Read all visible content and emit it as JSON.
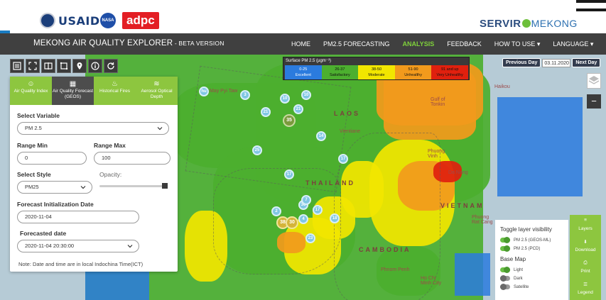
{
  "brand": {
    "usaid": "USAID",
    "nasa": "NASA",
    "adpc": "adpc",
    "servir": "SERVIR",
    "servir_suffix": "MEKONG"
  },
  "nav": {
    "title": "MEKONG AIR QUALITY EXPLORER",
    "title_suffix": " - BETA VERSION",
    "links": [
      {
        "label": "HOME"
      },
      {
        "label": "PM2.5 FORECASTING"
      },
      {
        "label": "ANALYSIS"
      },
      {
        "label": "FEEDBACK"
      },
      {
        "label": "HOW TO USE ▾"
      },
      {
        "label": "LANGUAGE ▾"
      }
    ],
    "active": "ANALYSIS"
  },
  "panel": {
    "tabs": [
      {
        "label": "Air Quality Index",
        "icon": "smiley-icon"
      },
      {
        "label": "Air Quality Forecast (GEOS)",
        "icon": "map-icon"
      },
      {
        "label": "Historical Fires",
        "icon": "fire-icon"
      },
      {
        "label": "Aerosol Optical Depth",
        "icon": "aerosol-icon"
      }
    ],
    "active_tab": 1,
    "select_variable_label": "Select Variable",
    "select_variable_value": "PM 2.5",
    "range_min_label": "Range Min",
    "range_min_value": "0",
    "range_max_label": "Range Max",
    "range_max_value": "100",
    "select_style_label": "Select Style",
    "select_style_value": "PM25",
    "opacity_label": "Opacity:",
    "opacity_value": 1.0,
    "forecast_init_label": "Forecast Initialization Date",
    "forecast_init_value": "2020-11-04",
    "forecasted_date_label": "Forecasted date",
    "forecasted_date_value": "2020-11-04 20:30:00",
    "note": "Note: Date and time are in local Indochina Time(ICT)"
  },
  "legend": {
    "title": "Surface PM 2.5 (µgm⁻³)",
    "cells": [
      {
        "range": "0-25",
        "label": "Excellent",
        "color": "#2b7bde",
        "text": "#ffffff"
      },
      {
        "range": "26-37",
        "label": "Satisfactory",
        "color": "#4caf2f",
        "text": "#111111"
      },
      {
        "range": "38-50",
        "label": "Moderate",
        "color": "#f2e600",
        "text": "#111111"
      },
      {
        "range": "51-90",
        "label": "Unhealthy",
        "color": "#f29a1c",
        "text": "#111111"
      },
      {
        "range": "91 and up",
        "label": "Very Unhealthy",
        "color": "#e0200e",
        "text": "#111111"
      }
    ]
  },
  "date_control": {
    "prev_label": "Previous Day",
    "date_value": "03.11.2020",
    "next_label": "Next Day"
  },
  "toggle_panel": {
    "heading": "Toggle layer visibility",
    "layers": [
      {
        "label": "PM 2.5 (GEOS-ML)",
        "on": true
      },
      {
        "label": "PM 2.5 (PCD)",
        "on": true
      }
    ],
    "basemap_heading": "Base Map",
    "basemaps": [
      {
        "label": "Light",
        "on": true
      },
      {
        "label": "Dark",
        "on": false
      },
      {
        "label": "Satellite",
        "on": false
      }
    ]
  },
  "right_bar": [
    {
      "label": "Layers",
      "icon": "layers-icon"
    },
    {
      "label": "Download",
      "icon": "download-icon"
    },
    {
      "label": "Print",
      "icon": "print-icon"
    },
    {
      "label": "Legend",
      "icon": "legend-icon"
    }
  ],
  "map": {
    "places": [
      "May Pyi Taw",
      "Haikou",
      "Gulf of Tonkin",
      "Phuong Vinh",
      "Da Nang",
      "Phuong Rat Cang",
      "Ho Chi Minh City",
      "Phnom Penh",
      "LAOS",
      "THAILAND",
      "VIETNAM",
      "CAMBODIA",
      "Vientiane"
    ],
    "clusters": [
      "3",
      "10",
      "10",
      "21",
      "21",
      "35",
      "14",
      "17",
      "25",
      "17",
      "36",
      "7",
      "2",
      "4",
      "17",
      "18",
      "38",
      "30",
      "23",
      "hu"
    ]
  }
}
